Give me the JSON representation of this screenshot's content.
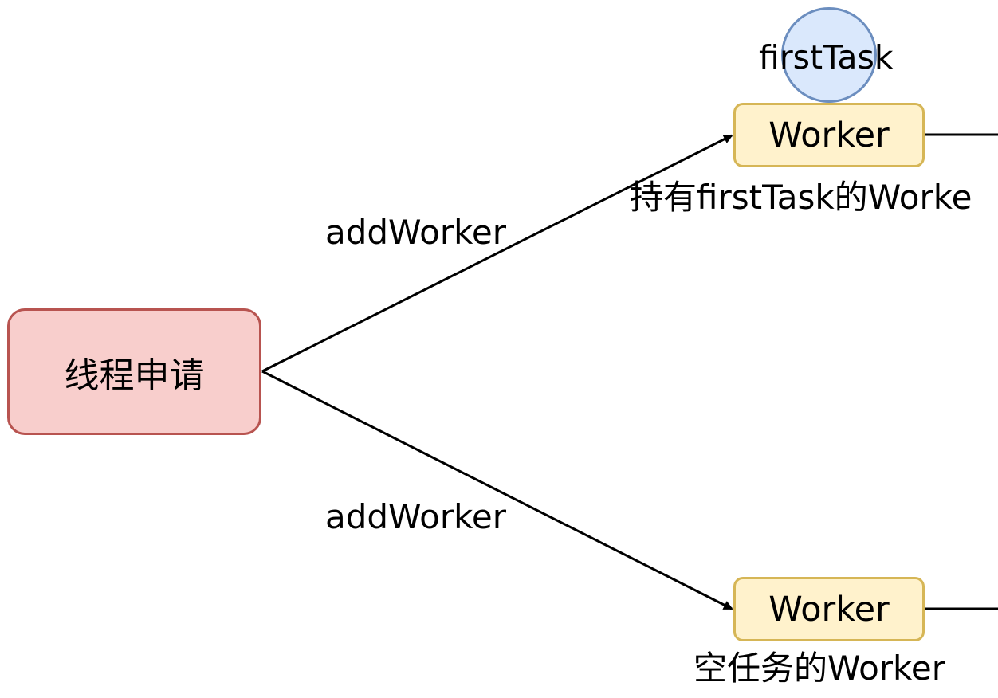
{
  "diagram": {
    "nodes": {
      "request": {
        "label": "线程申请"
      },
      "worker_top": {
        "label": "Worker"
      },
      "worker_bottom": {
        "label": "Worker"
      },
      "first_task": {
        "label": "firstTask"
      }
    },
    "edges": {
      "to_top": {
        "label": "addWorker"
      },
      "to_bottom": {
        "label": "addWorker"
      }
    },
    "captions": {
      "top": "持有firstTask的Worke",
      "bottom": "空任务的Worker"
    }
  },
  "colors": {
    "request_fill": "#f8cecc",
    "request_stroke": "#b85450",
    "worker_fill": "#fff2cc",
    "worker_stroke": "#d6b656",
    "task_fill": "#dae8fc",
    "task_stroke": "#6c8ebf",
    "line": "#000000"
  }
}
